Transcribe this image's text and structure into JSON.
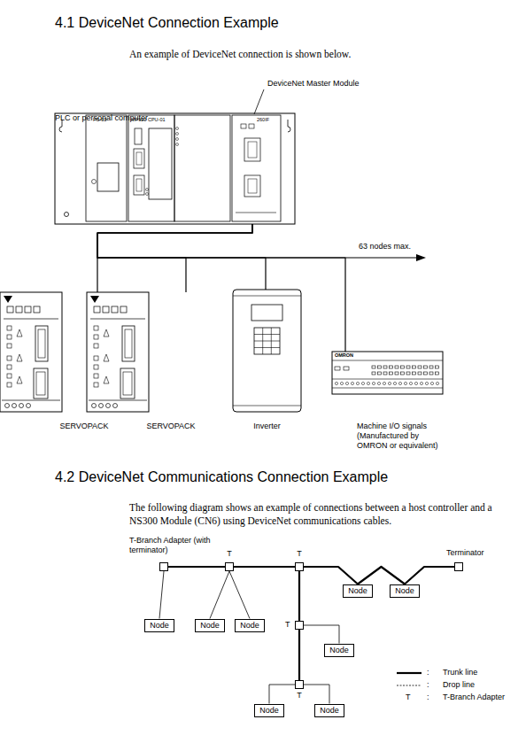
{
  "diagram": {
    "title": "4.1 DeviceNet Connection Example",
    "nodes": [
      {
        "text": [
          "PLC or personal computer"
        ]
      },
      {
        "text": [
          "DeviceNet Master Module"
        ],
        "in": 0
      },
      {
        "text": [
          "SERVOPACK"
        ]
      },
      {
        "text": [
          "SERVOPACK"
        ]
      },
      {
        "text": [
          "Inverter"
        ]
      },
      {
        "text": [
          "Machine I/O signals (Manufactured by OMRON or equivalent)"
        ]
      },
      {
        "text": [
          "T-Branch Adapter (with terminator)"
        ]
      },
      {
        "text": [
          "T"
        ]
      },
      {
        "text": [
          "T"
        ]
      },
      {
        "text": [
          "Terminator"
        ]
      },
      {
        "text": [
          "Node"
        ]
      },
      {
        "text": [
          "Node"
        ]
      },
      {
        "text": [
          "Node"
        ]
      },
      {
        "text": [
          "Node"
        ]
      },
      {
        "text": [
          "Node"
        ]
      },
      {
        "text": [
          "T"
        ]
      },
      {
        "text": [
          "Node"
        ]
      },
      {
        "text": [
          "T"
        ]
      },
      {
        "text": [
          "Node"
        ]
      },
      {
        "text": [
          "Node"
        ]
      }
    ],
    "edges": [
      {
        "from": 1,
        "to": 2,
        "arrow": "none"
      },
      {
        "from": 1,
        "to": 3,
        "arrow": "none"
      },
      {
        "from": 1,
        "to": 4,
        "arrow": "none"
      },
      {
        "from": 1,
        "to": 5,
        "arrow": "none"
      },
      {
        "from": 6,
        "to": 7,
        "arrow": "none"
      },
      {
        "from": 7,
        "to": 8,
        "arrow": "none"
      },
      {
        "from": 8,
        "to": 10,
        "arrow": "none"
      },
      {
        "from": 10,
        "to": 11,
        "arrow": "none"
      },
      {
        "from": 11,
        "to": 9,
        "arrow": "none"
      },
      {
        "from": 8,
        "to": 15,
        "arrow": "none"
      },
      {
        "from": 15,
        "to": 17,
        "arrow": "none"
      },
      {
        "from": 6,
        "to": 12,
        "arrow": "none"
      },
      {
        "from": 7,
        "to": 13,
        "arrow": "none"
      },
      {
        "from": 7,
        "to": 14,
        "arrow": "none"
      },
      {
        "from": 15,
        "to": 16,
        "arrow": "none"
      },
      {
        "from": 17,
        "to": 18,
        "arrow": "none"
      },
      {
        "from": 17,
        "to": 19,
        "arrow": "none"
      }
    ],
    "labels": [
      "An example of DeviceNet connection is shown below.",
      "PS-03",
      "MP920 CPU-01",
      "260IF",
      "63 nodes max.",
      "OMRON",
      "4.2 DeviceNet Communications Connection Example",
      "The following diagram shows an example of connections between a host controller and a NS300 Module (CN6) using DeviceNet communications cables.",
      ":",
      ":",
      "T",
      ":"
    ],
    "legend": [
      {
        "text": "Trunk line"
      },
      {
        "text": "Drop line"
      },
      {
        "text": "T-Branch Adapter"
      }
    ]
  }
}
